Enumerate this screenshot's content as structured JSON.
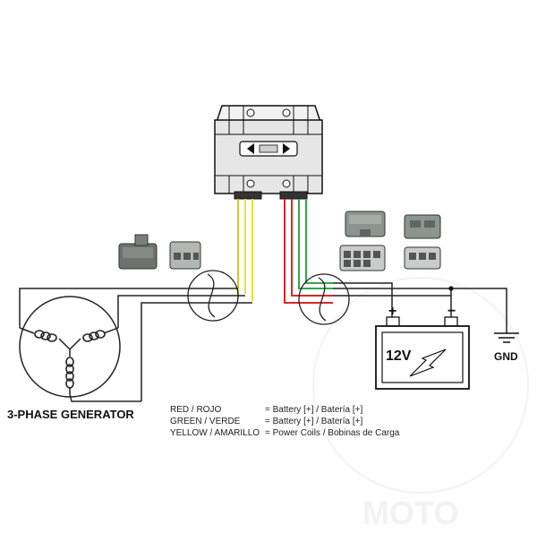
{
  "diagram": {
    "generator_label": "3-PHASE GENERATOR",
    "battery_label": "12V",
    "battery_plus": "+",
    "battery_minus": "−",
    "ground_label": "GND",
    "legend": [
      {
        "name": "RED / ROJO",
        "desc": "=  Battery [+] / Batería [+]"
      },
      {
        "name": "GREEN / VERDE",
        "desc": "=  Battery [+] / Batería [+]"
      },
      {
        "name": "YELLOW / AMARILLO",
        "desc": "= Power Coils  /  Bobinas de Carga"
      }
    ],
    "watermark": "MOTO"
  },
  "colors": {
    "wire_black": "#222222",
    "wire_yellow": "#e8e23a",
    "wire_red": "#d42a2a",
    "wire_green": "#2fa84a",
    "regulator_body": "#e6e6e6",
    "connector_gray": "#8d9490"
  }
}
